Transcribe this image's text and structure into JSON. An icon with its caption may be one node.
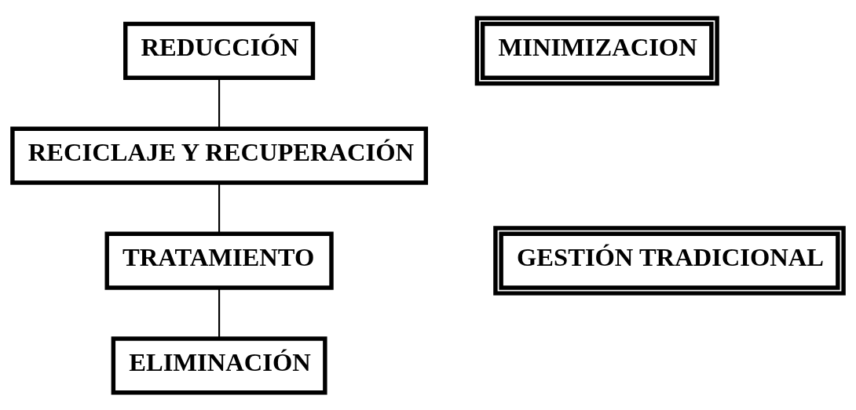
{
  "diagram": {
    "nodes": [
      {
        "text": [
          "REDUCCIÓN"
        ]
      },
      {
        "text": [
          "RECICLAJE Y RECUPERACIÓN"
        ]
      },
      {
        "text": [
          "TRATAMIENTO"
        ]
      },
      {
        "text": [
          "ELIMINACIÓN"
        ]
      },
      {
        "text": [
          "MINIMIZACION"
        ]
      },
      {
        "text": [
          "GESTIÓN TRADICIONAL"
        ]
      }
    ],
    "edges": [
      {
        "from": 0,
        "to": 1,
        "arrow": "none"
      },
      {
        "from": 1,
        "to": 2,
        "arrow": "none"
      },
      {
        "from": 2,
        "to": 3,
        "arrow": "none"
      }
    ]
  }
}
